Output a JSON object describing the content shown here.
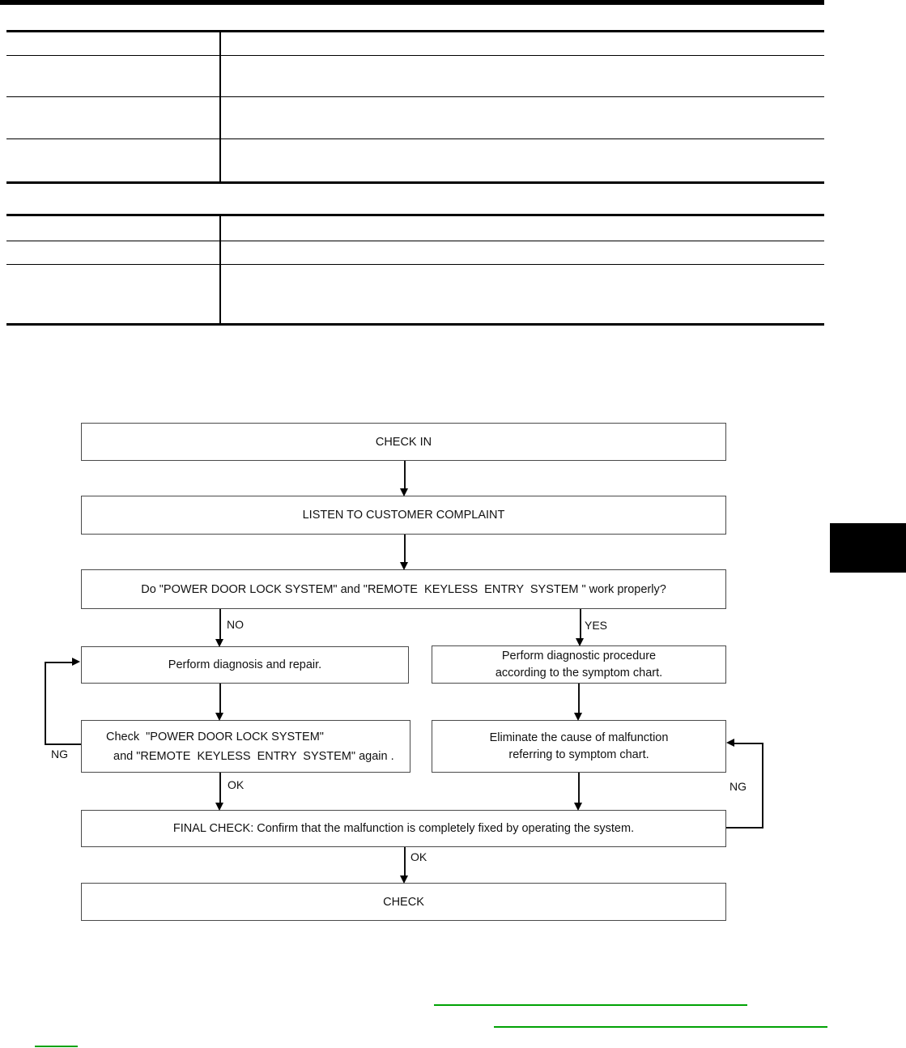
{
  "colors": {
    "link_green": "#00a204",
    "ink": "#000000"
  },
  "flowchart": {
    "check_in": "CHECK IN",
    "listen": "LISTEN TO CUSTOMER COMPLAINT",
    "question": "Do \"POWER DOOR LOCK SYSTEM\" and \"REMOTE  KEYLESS  ENTRY  SYSTEM \" work properly?",
    "diagnose_repair": "Perform diagnosis and repair.",
    "diag_proc_1": "Perform diagnostic procedure",
    "diag_proc_2": "according to the symptom chart.",
    "check_again_1": "Check  \"POWER DOOR LOCK SYSTEM\"",
    "check_again_2": "and \"REMOTE  KEYLESS  ENTRY  SYSTEM\" again .",
    "eliminate_1": "Eliminate the cause of malfunction",
    "eliminate_2": "referring to symptom chart.",
    "final_check": "FINAL CHECK: Confirm that the malfunction is completely fixed by operating the system.",
    "check": "CHECK",
    "labels": {
      "no": "NO",
      "yes": "YES",
      "ok": "OK",
      "ng": "NG"
    }
  }
}
